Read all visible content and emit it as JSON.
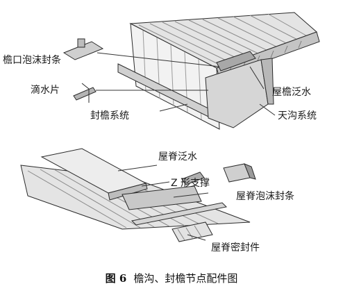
{
  "figure": {
    "caption_number": "图 6",
    "caption_title": "檐沟、封檐节点配件图"
  },
  "top_detail": {
    "labels": {
      "eave_foam_strip": "檐口泡沫封条",
      "drip_piece": "滴水片",
      "eave_system": "封檐系统",
      "roof_eave_flashing": "屋檐泛水",
      "gutter_system": "天沟系统"
    }
  },
  "bottom_detail": {
    "labels": {
      "ridge_flashing": "屋脊泛水",
      "z_support": "Z 形支撑",
      "ridge_foam_strip": "屋脊泡沫封条",
      "ridge_seal": "屋脊密封件"
    }
  },
  "colors": {
    "line": "#2a2a2a",
    "panel": "#dcdcdc",
    "panel_dark": "#9a9a9a",
    "insulation": "#bdbdbd"
  }
}
